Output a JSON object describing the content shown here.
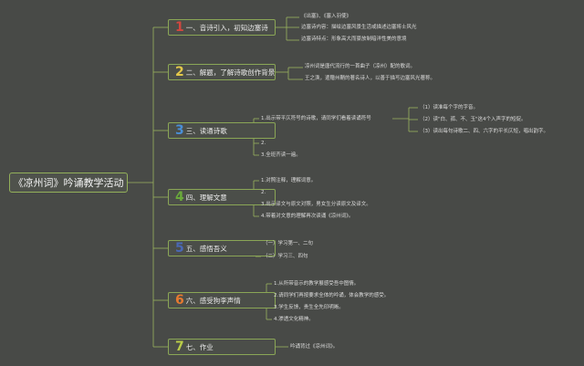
{
  "root": {
    "title": "《凉州词》吟诵教学活动"
  },
  "sections": [
    {
      "num": "1",
      "color": "#d1473f",
      "label": "一、音诗引入，初知边塞诗"
    },
    {
      "num": "2",
      "color": "#e3c84a",
      "label": "二、解题，了解诗歌创作背景"
    },
    {
      "num": "3",
      "color": "#4a8fd6",
      "label": "三、读通诗歌"
    },
    {
      "num": "4",
      "color": "#6aaa3b",
      "label": "四、理解文意"
    },
    {
      "num": "5",
      "color": "#4a68b6",
      "label": "五、感悟吾义"
    },
    {
      "num": "6",
      "color": "#e67a30",
      "label": "六、感受狗李声情"
    },
    {
      "num": "7",
      "color": "#b9cc48",
      "label": "七、作业"
    }
  ],
  "details": {
    "s1": [
      "《出塞》、《塞入羽使》",
      "边塞诗内容：描绘边塞风景生活或描述边塞将士风光",
      "边塞诗特点：形象高大而豪放制暗洋性美的意境"
    ],
    "s2": [
      "凉州词是唐代流行的一首曲子（凉州）配的歌词。",
      "王之涣，遣赠州鞘的著名诗人，以善于描写边塞风光著称。"
    ],
    "s3": [
      "1.出示带平仄符号的诗歌，请同学们看着读诵符号",
      "2.",
      "3.全班齐读一遍。"
    ],
    "s3_sub": [
      "（1）读准每个字的字音。",
      "（2）读\"白、孤、不、玉\"这4个入声字的短促。",
      "（3）读出每句诗歌二、四、六字的平长仄短，唱出韵字。"
    ],
    "s4": [
      "1.对照注释，理解词意。",
      "2.",
      "3.出示译文与原文对照，男女生分读原文及译文。",
      "4.带着对文意的理解再次读诵《凉州词》。"
    ],
    "s5": [
      "（一）学习第一、二句",
      "（二）学习三、四句"
    ],
    "s6": [
      "1.从所带音示的教学展感受吾中图情。",
      "2.请同学们再按要求全体的吟诵，体会教学的感受。",
      "3.学生反馈，贵生全先印明晰。",
      "4.渗透文化精神。"
    ],
    "s7": [
      "吟诵背过《凉州词》。"
    ]
  },
  "colors": {
    "background": "#484a47",
    "connector": "#9bb35e"
  }
}
